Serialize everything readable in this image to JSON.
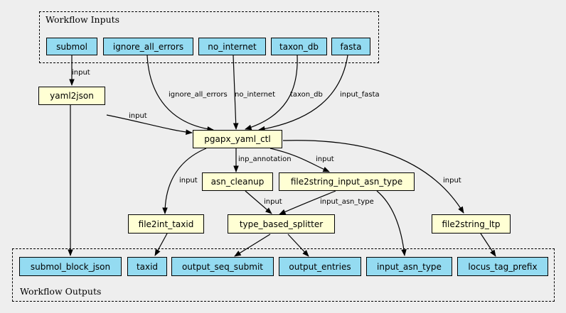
{
  "inputs_cluster": {
    "label": "Workflow Inputs"
  },
  "outputs_cluster": {
    "label": "Workflow Outputs"
  },
  "nodes": {
    "submol": "submol",
    "ignore_all_errors": "ignore_all_errors",
    "no_internet": "no_internet",
    "taxon_db": "taxon_db",
    "fasta": "fasta",
    "yaml2json": "yaml2json",
    "pgapx_yaml_ctl": "pgapx_yaml_ctl",
    "asn_cleanup": "asn_cleanup",
    "file2string_input_asn_type": "file2string_input_asn_type",
    "file2int_taxid": "file2int_taxid",
    "type_based_splitter": "type_based_splitter",
    "file2string_ltp": "file2string_ltp",
    "submol_block_json": "submol_block_json",
    "taxid": "taxid",
    "output_seq_submit": "output_seq_submit",
    "output_entries": "output_entries",
    "input_asn_type": "input_asn_type",
    "locus_tag_prefix": "locus_tag_prefix"
  },
  "edge_labels": {
    "submol_yaml2json": "input",
    "ignore_pgapx": "ignore_all_errors",
    "nointernet_pgapx": "no_internet",
    "taxondb_pgapx": "taxon_db",
    "fasta_pgapx": "input_fasta",
    "yaml2json_pgapx": "input",
    "pgapx_asncleanup": "inp_annotation",
    "pgapx_f2s_asn": "input",
    "pgapx_f2i_taxid": "input",
    "pgapx_f2s_ltp": "input",
    "asncleanup_splitter": "input",
    "f2s_asn_splitter": "input_asn_type"
  }
}
